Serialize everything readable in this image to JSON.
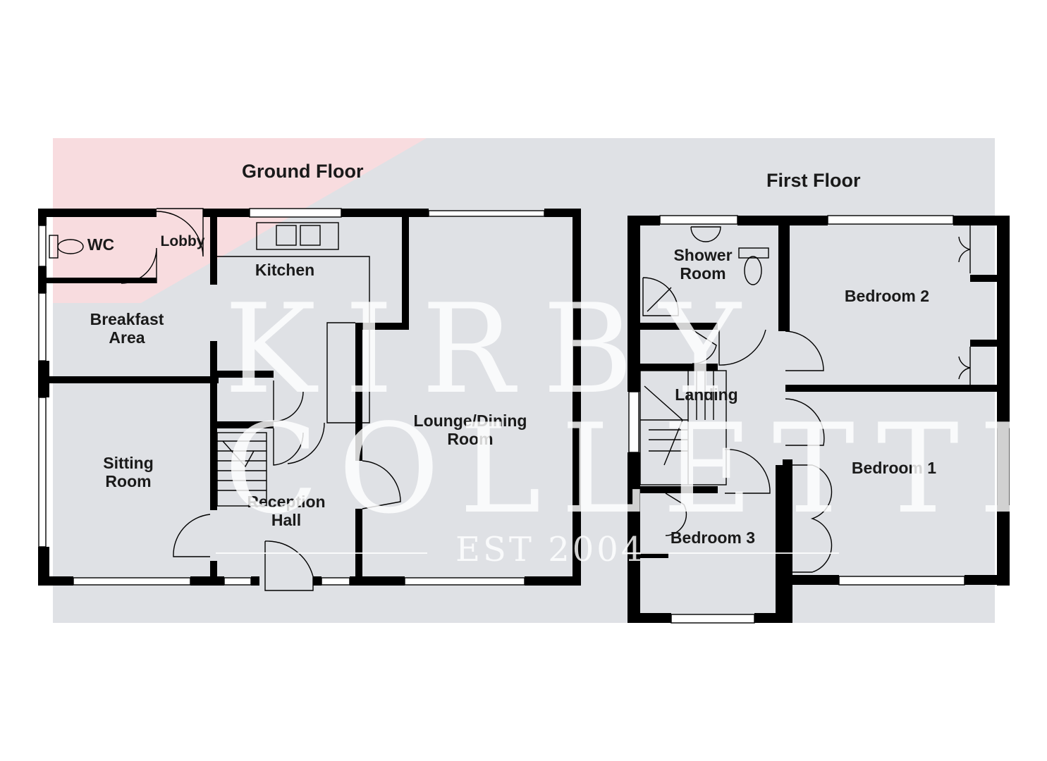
{
  "ground_floor": {
    "title": "Ground Floor",
    "rooms": {
      "wc": "WC",
      "lobby": "Lobby",
      "kitchen": "Kitchen",
      "breakfast_line1": "Breakfast",
      "breakfast_line2": "Area",
      "sitting_line1": "Sitting",
      "sitting_line2": "Room",
      "reception_line1": "Reception",
      "reception_line2": "Hall",
      "lounge_line1": "Lounge/Dining",
      "lounge_line2": "Room"
    }
  },
  "first_floor": {
    "title": "First Floor",
    "rooms": {
      "shower_line1": "Shower",
      "shower_line2": "Room",
      "bedroom2": "Bedroom 2",
      "landing": "Landing",
      "bedroom1": "Bedroom 1",
      "bedroom3": "Bedroom 3"
    }
  },
  "watermark": {
    "line1": "KIRBY",
    "line2": "COLLETTI",
    "est": "EST 2004"
  },
  "colors": {
    "background_panel": "#dfe1e5",
    "accent_corner": "#f8dcdf",
    "wall": "#000000"
  }
}
